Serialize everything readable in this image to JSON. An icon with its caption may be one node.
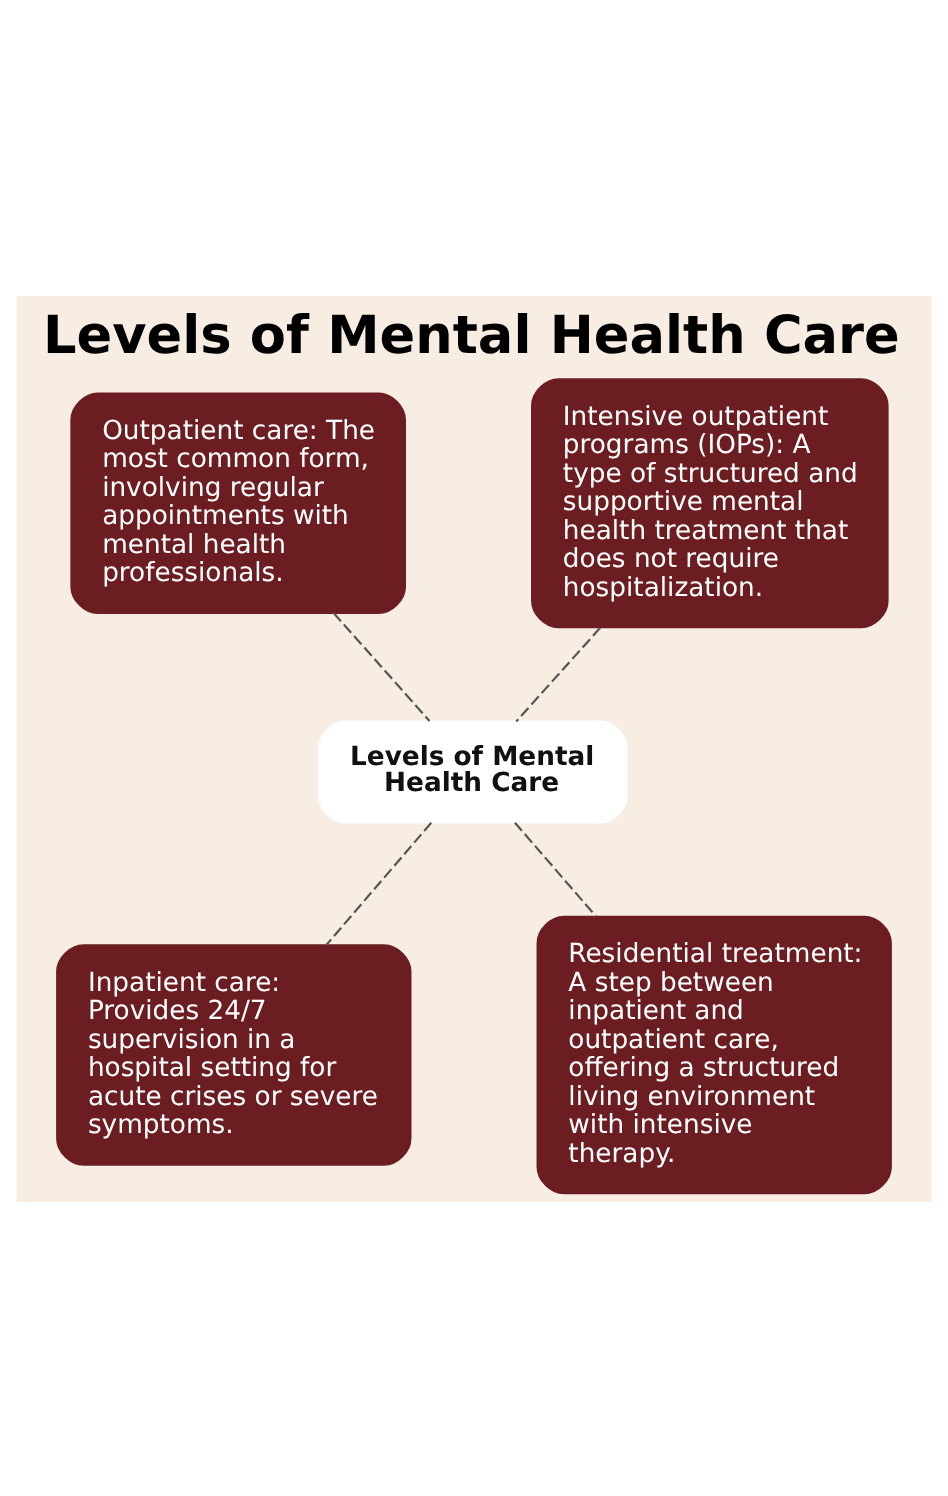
{
  "diagram": {
    "title": "Levels of Mental Health Care",
    "nodes": [
      {
        "text": [
          "Levels of Mental Health Care"
        ]
      },
      {
        "text": [
          "Outpatient care: The most common form, involving regular appointments with mental health professionals."
        ]
      },
      {
        "text": [
          "Intensive outpatient programs (IOPs): A type of structured and supportive mental health treatment that does not require hospitalization."
        ]
      },
      {
        "text": [
          "Inpatient care: Provides 24/7 supervision in a hospital setting for acute crises or severe symptoms."
        ]
      },
      {
        "text": [
          "Residential treatment: A step between inpatient and outpatient care, offering a structured living environment with intensive therapy."
        ]
      }
    ],
    "edges": [
      {
        "from": 1,
        "to": 0,
        "arrow": "none",
        "style": "dashed"
      },
      {
        "from": 2,
        "to": 0,
        "arrow": "none",
        "style": "dashed"
      },
      {
        "from": 0,
        "to": 3,
        "arrow": "none",
        "style": "dashed"
      },
      {
        "from": 0,
        "to": 4,
        "arrow": "none",
        "style": "dashed"
      }
    ]
  }
}
